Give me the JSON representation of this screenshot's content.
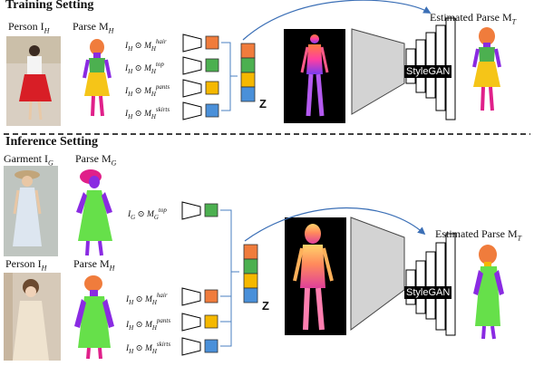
{
  "training": {
    "title": "Training Setting",
    "person_label": "Person I",
    "person_sub": "H",
    "parse_label": "Parse M",
    "parse_sub": "H",
    "inputs": [
      {
        "sup": "hair"
      },
      {
        "sup": "top"
      },
      {
        "sup": "pants"
      },
      {
        "sup": "skirts"
      }
    ],
    "z_label": "Z",
    "stylegan_label": "StyleGAN",
    "estimated_label": "Estimated Parse M",
    "estimated_sub": "T"
  },
  "inference": {
    "title": "Inference Setting",
    "garment_label": "Garment I",
    "garment_sub": "G",
    "parse_g_label": "Parse M",
    "parse_g_sub": "G",
    "person_label": "Person I",
    "person_sub": "H",
    "parse_h_label": "Parse M",
    "parse_h_sub": "H",
    "garment_input": {
      "sup": "top"
    },
    "inputs": [
      {
        "sup": "hair"
      },
      {
        "sup": "pants"
      },
      {
        "sup": "skirts"
      }
    ],
    "z_label": "Z",
    "stylegan_label": "StyleGAN",
    "estimated_label": "Estimated Parse M",
    "estimated_sub": "T"
  },
  "colors": {
    "hair": "#f07c3c",
    "top": "#4cb050",
    "pants": "#f5b800",
    "skirts": "#4a90d9",
    "dress_green": "#66e04a",
    "skin": "#8a2be2",
    "magenta": "#e0208a"
  }
}
